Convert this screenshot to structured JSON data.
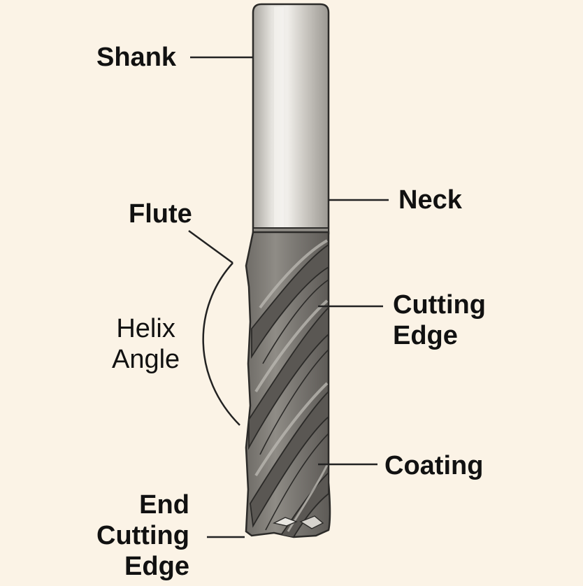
{
  "colors": {
    "background": "#fbf3e6",
    "shank_light": "#d8d6d1",
    "shank_mid": "#bdbab4",
    "flute_body": "#7d7a75",
    "flute_dark": "#5e5b57",
    "outline": "#2b2a28",
    "leader_line": "#222222",
    "text": "#111111"
  },
  "labels": {
    "shank": "Shank",
    "neck": "Neck",
    "flute": "Flute",
    "helix_angle": "Helix\nAngle",
    "cutting_edge": "Cutting\nEdge",
    "coating": "Coating",
    "end_cutting_edge": "End\nCutting\nEdge"
  }
}
